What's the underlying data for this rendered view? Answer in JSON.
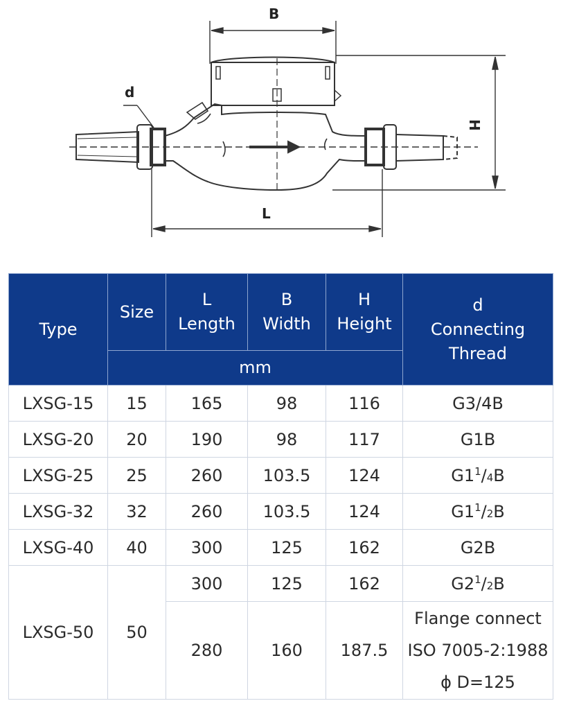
{
  "drawing": {
    "labels": {
      "B": "B",
      "H": "H",
      "L": "L",
      "d": "d"
    }
  },
  "table": {
    "headers": {
      "type": "Type",
      "size": "Size",
      "length": {
        "symbol": "L",
        "name": "Length"
      },
      "width": {
        "symbol": "B",
        "name": "Width"
      },
      "height": {
        "symbol": "H",
        "name": "Height"
      },
      "thread": {
        "symbol": "d",
        "line1": "Connecting",
        "line2": "Thread"
      }
    },
    "unit": "mm",
    "rows": [
      {
        "type": "LXSG-15",
        "size": "15",
        "L": "165",
        "B": "98",
        "H": "116",
        "thread": {
          "main": "G3/4B"
        }
      },
      {
        "type": "LXSG-20",
        "size": "20",
        "L": "190",
        "B": "98",
        "H": "117",
        "thread": {
          "main": "G1B"
        }
      },
      {
        "type": "LXSG-25",
        "size": "25",
        "L": "260",
        "B": "103.5",
        "H": "124",
        "thread": {
          "pre": "G1",
          "num": "1",
          "sep": "/",
          "den": "4",
          "post": "B"
        }
      },
      {
        "type": "LXSG-32",
        "size": "32",
        "L": "260",
        "B": "103.5",
        "H": "124",
        "thread": {
          "pre": "G1",
          "num": "1",
          "sep": "/",
          "den": "2",
          "post": "B"
        }
      },
      {
        "type": "LXSG-40",
        "size": "40",
        "L": "300",
        "B": "125",
        "H": "162",
        "thread": {
          "main": "G2B"
        }
      }
    ],
    "lxsg50": {
      "type": "LXSG-50",
      "size": "50",
      "threaded": {
        "L": "300",
        "B": "125",
        "H": "162",
        "thread": {
          "pre": "G2",
          "num": "1",
          "sep": "/",
          "den": "2",
          "post": "B"
        }
      },
      "flanged": {
        "L": "280",
        "B": "160",
        "H": "187.5",
        "line1": "Flange connect",
        "line2": "ISO 7005-2:1988",
        "line3": "ϕ D=125"
      }
    }
  }
}
